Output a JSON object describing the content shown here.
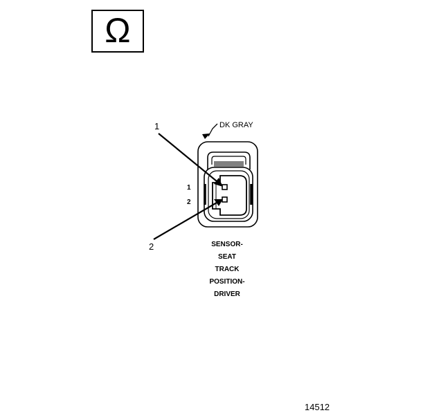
{
  "symbol": {
    "icon": "ohm-icon",
    "glyph": "Ω"
  },
  "connector": {
    "color_label": "DK GRAY",
    "pins": [
      {
        "number": "1"
      },
      {
        "number": "2"
      }
    ],
    "callouts": [
      {
        "number": "1"
      },
      {
        "number": "2"
      }
    ],
    "name_lines": [
      "SENSOR-",
      "SEAT",
      "TRACK",
      "POSITION-",
      "DRIVER"
    ]
  },
  "figure_number": "14512"
}
